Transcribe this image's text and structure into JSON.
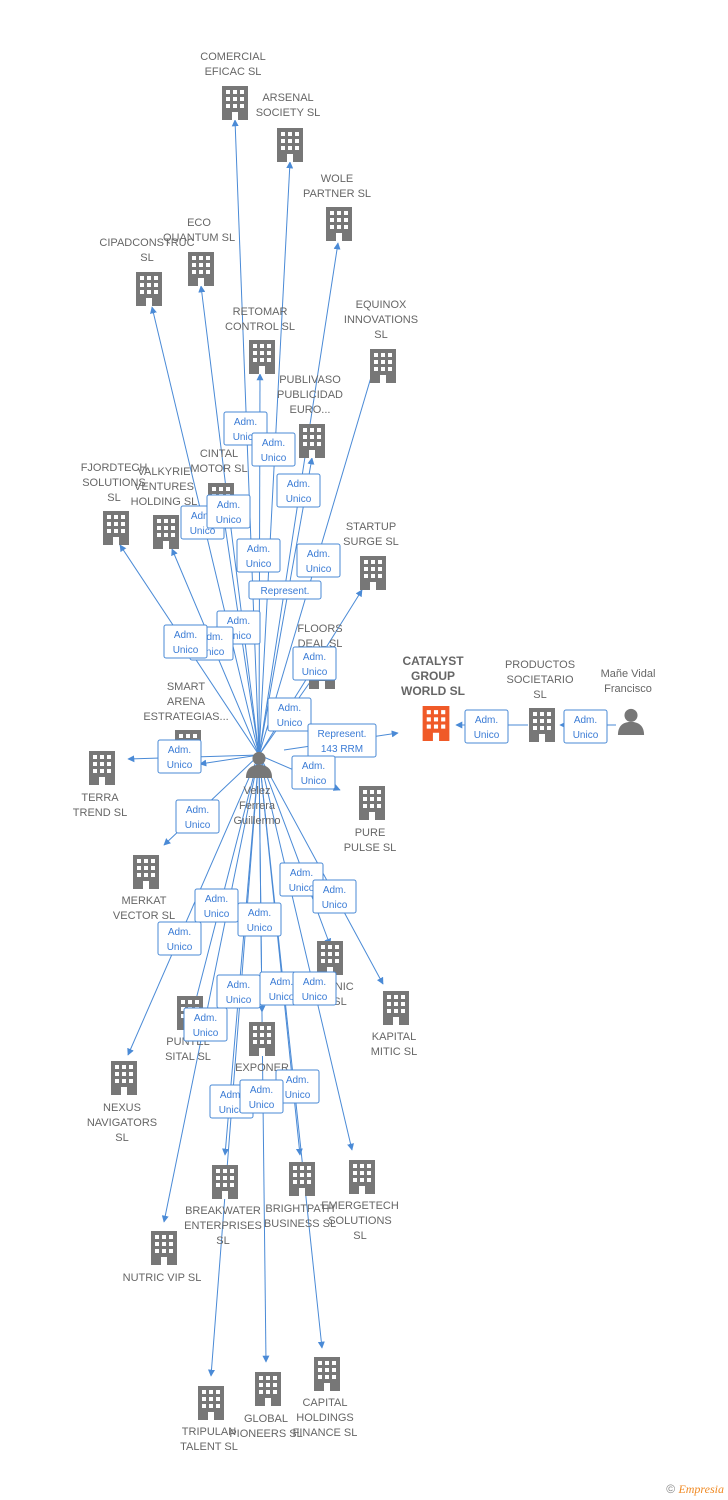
{
  "colors": {
    "edge": "#4a8ad6",
    "node": "#777777",
    "focus": "#f05a28",
    "text": "#666666"
  },
  "center_person": {
    "name_lines": [
      "Velez",
      "Ferrera",
      "Guillermo"
    ]
  },
  "focus_company": {
    "name_lines": [
      "CATALYST",
      "GROUP",
      "WORLD  SL"
    ]
  },
  "companies": [
    {
      "id": "comercial",
      "name_lines": [
        "COMERCIAL",
        "EFICAC  SL"
      ]
    },
    {
      "id": "arsenal",
      "name_lines": [
        "ARSENAL",
        "SOCIETY  SL"
      ]
    },
    {
      "id": "wole",
      "name_lines": [
        "WOLE",
        "PARTNER  SL"
      ]
    },
    {
      "id": "eco",
      "name_lines": [
        "ECO",
        "QUANTUM  SL"
      ]
    },
    {
      "id": "cipad",
      "name_lines": [
        "CIPADCONSTRUC",
        "SL"
      ]
    },
    {
      "id": "retomar",
      "name_lines": [
        "RETOMAR",
        "CONTROL  SL"
      ]
    },
    {
      "id": "equinox",
      "name_lines": [
        "EQUINOX",
        "INNOVATIONS",
        "SL"
      ]
    },
    {
      "id": "publivaso",
      "name_lines": [
        "PUBLIVASO",
        "PUBLICIDAD",
        "EURO..."
      ]
    },
    {
      "id": "cintal",
      "name_lines": [
        "CINTAL",
        "MOTOR  SL"
      ]
    },
    {
      "id": "fjordtech",
      "name_lines": [
        "FJORDTECH",
        "SOLUTIONS",
        "SL"
      ]
    },
    {
      "id": "valkyrie",
      "name_lines": [
        "VALKYRIE",
        "VENTURES",
        "HOLDING  SL"
      ]
    },
    {
      "id": "startup",
      "name_lines": [
        "STARTUP",
        "SURGE  SL"
      ]
    },
    {
      "id": "floors",
      "name_lines": [
        "FLOORS",
        "DEAL  SL"
      ]
    },
    {
      "id": "smart",
      "name_lines": [
        "SMART",
        "ARENA",
        "ESTRATEGIAS..."
      ]
    },
    {
      "id": "terra",
      "name_lines": [
        "TERRA",
        "TREND  SL"
      ]
    },
    {
      "id": "pure",
      "name_lines": [
        "PURE",
        "PULSE  SL"
      ]
    },
    {
      "id": "merkat",
      "name_lines": [
        "MERKAT",
        "VECTOR  SL"
      ]
    },
    {
      "id": "onic",
      "name_lines": [
        "ONIC",
        "SL"
      ]
    },
    {
      "id": "kapital",
      "name_lines": [
        "KAPITAL",
        "MITIC  SL"
      ]
    },
    {
      "id": "puntel",
      "name_lines": [
        "PUNTEL",
        "SITAL  SL"
      ]
    },
    {
      "id": "nexus",
      "name_lines": [
        "NEXUS",
        "NAVIGATORS",
        "SL"
      ]
    },
    {
      "id": "exponer",
      "name_lines": [
        "EXPONER"
      ]
    },
    {
      "id": "breakwater",
      "name_lines": [
        "BREAKWATER",
        "ENTERPRISES",
        "SL"
      ]
    },
    {
      "id": "brightpath",
      "name_lines": [
        "BRIGHTPATH",
        "BUSINESS  SL"
      ]
    },
    {
      "id": "emergetech",
      "name_lines": [
        "EMERGETECH",
        "SOLUTIONS",
        "SL"
      ]
    },
    {
      "id": "nutric",
      "name_lines": [
        "NUTRIC VIP  SL"
      ]
    },
    {
      "id": "tripulan",
      "name_lines": [
        "TRIPULAN",
        "TALENT  SL"
      ]
    },
    {
      "id": "global",
      "name_lines": [
        "GLOBAL",
        "PIONEERS  SL"
      ]
    },
    {
      "id": "capital",
      "name_lines": [
        "CAPITAL",
        "HOLDINGS",
        "FINANCE  SL"
      ]
    },
    {
      "id": "productos",
      "name_lines": [
        "PRODUCTOS",
        "SOCIETARIO",
        "SL"
      ]
    }
  ],
  "other_person": {
    "id": "mane",
    "name_lines": [
      "Mañe Vidal",
      "Francisco"
    ]
  },
  "role_labels": {
    "adm_unico": [
      "Adm.",
      "Unico"
    ],
    "represent": [
      "Represent."
    ],
    "represent_rrm": [
      "Represent.",
      "143 RRM"
    ]
  },
  "footer": {
    "copyright": "©",
    "brand": "Empresia"
  }
}
